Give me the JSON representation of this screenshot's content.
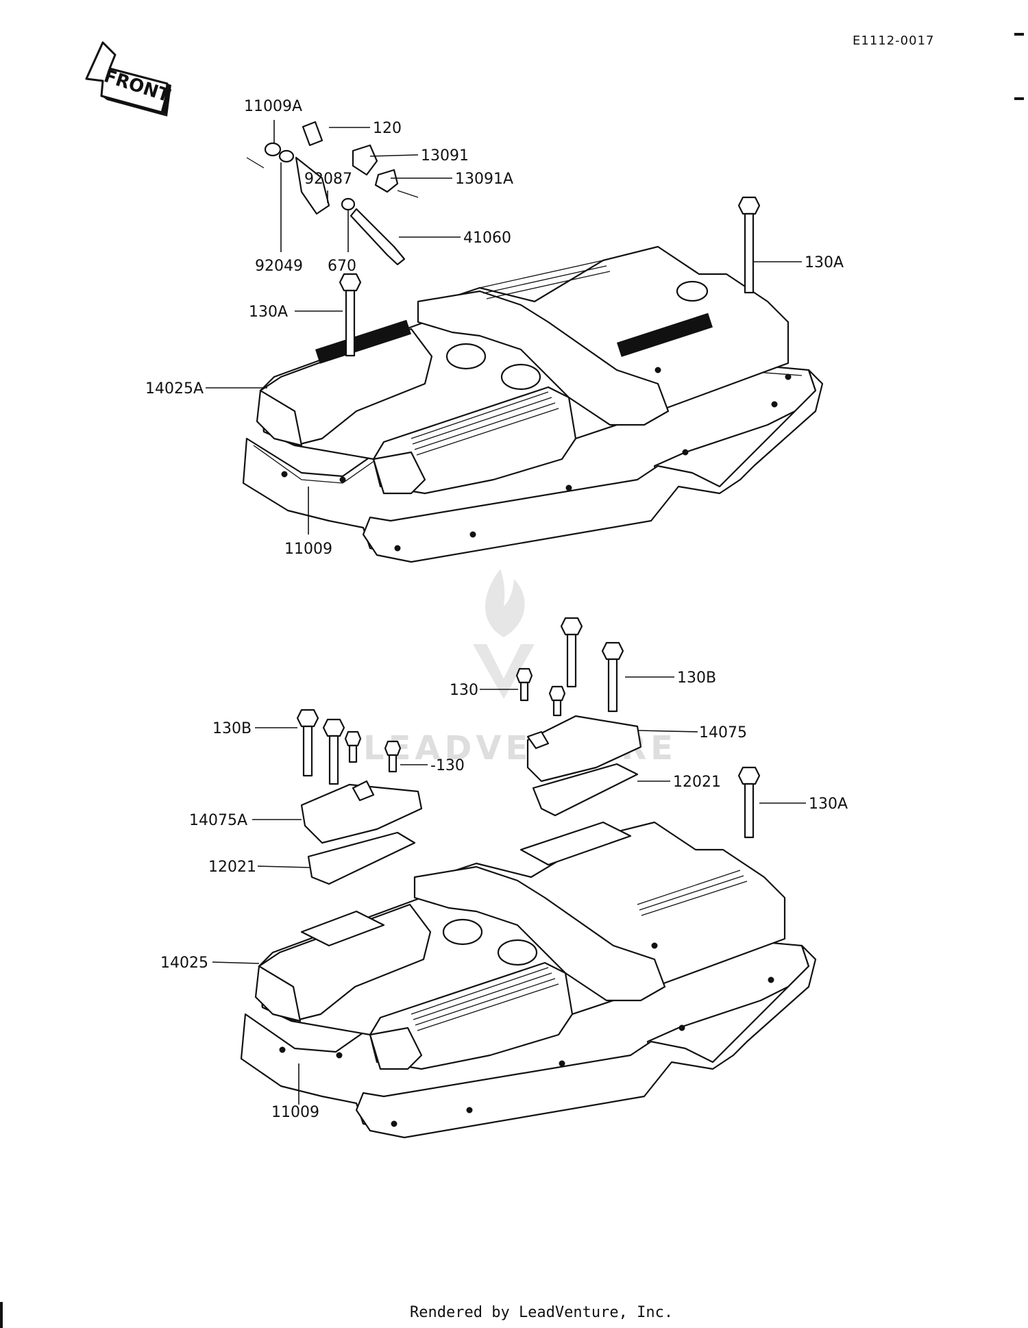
{
  "header": {
    "diagram_code": "E1112-0017"
  },
  "front_badge": {
    "label": "FRONT"
  },
  "watermark": {
    "text": "LEADVENTURE"
  },
  "footer": {
    "credit": "Rendered by LeadVenture, Inc."
  },
  "upper_assembly": {
    "labels": {
      "p11009A": "11009A",
      "p120": "120",
      "p13091": "13091",
      "p13091A": "13091A",
      "p92087": "92087",
      "p41060": "41060",
      "p92049": "92049",
      "p670": "670",
      "p130A_left": "130A",
      "p130A_right": "130A",
      "p14025A": "14025A",
      "p11009": "11009"
    }
  },
  "lower_assembly": {
    "labels": {
      "p130": "130",
      "p130B_right": "130B",
      "p130B_left": "130B",
      "p14075": "14075",
      "p130_left": "-130",
      "p12021_right": "12021",
      "p130A": "130A",
      "p14075A": "14075A",
      "p12021_left": "12021",
      "p14025": "14025",
      "p11009": "11009"
    }
  }
}
